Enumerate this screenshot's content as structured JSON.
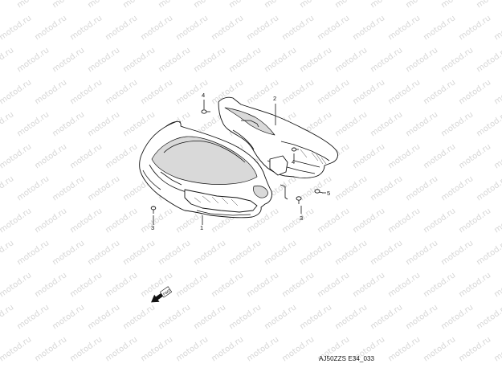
{
  "diagram": {
    "callouts": [
      "4",
      "2",
      "4",
      "5",
      "3",
      "3",
      "1"
    ],
    "drawing_code": "AJ50ZZS E34_033",
    "watermark": "motod.ru",
    "front_arrow": "FWD"
  }
}
